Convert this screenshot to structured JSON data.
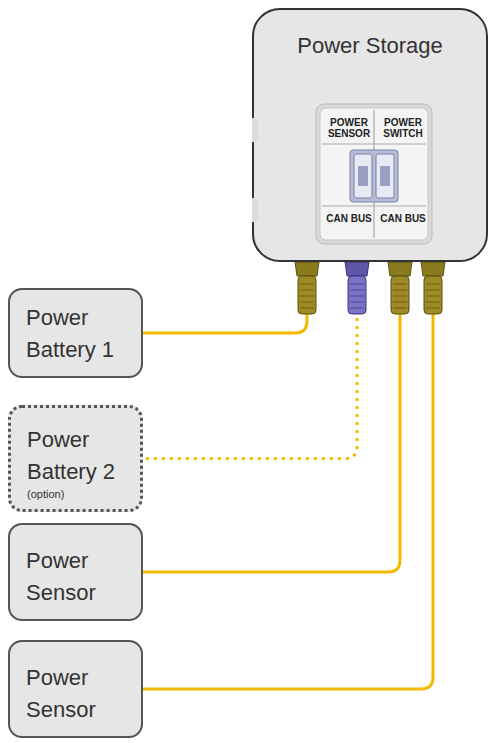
{
  "diagram": {
    "nodes": [
      {
        "text": [
          "Power Storage"
        ]
      },
      {
        "text": [
          "Power Battery 1"
        ]
      },
      {
        "text": [
          "Power Battery 2",
          "(option)"
        ]
      },
      {
        "text": [
          "Power Sensor"
        ]
      },
      {
        "text": [
          "Power Sensor"
        ]
      }
    ],
    "edges": [
      {
        "from": 0,
        "to": 1,
        "arrow": "none"
      },
      {
        "from": 0,
        "to": 2,
        "arrow": "none"
      },
      {
        "from": 0,
        "to": 3,
        "arrow": "none"
      },
      {
        "from": 0,
        "to": 4,
        "arrow": "none"
      }
    ],
    "labels": [
      "POWER SENSOR",
      "POWER SWITCH",
      "CAN BUS",
      "CAN BUS"
    ]
  }
}
